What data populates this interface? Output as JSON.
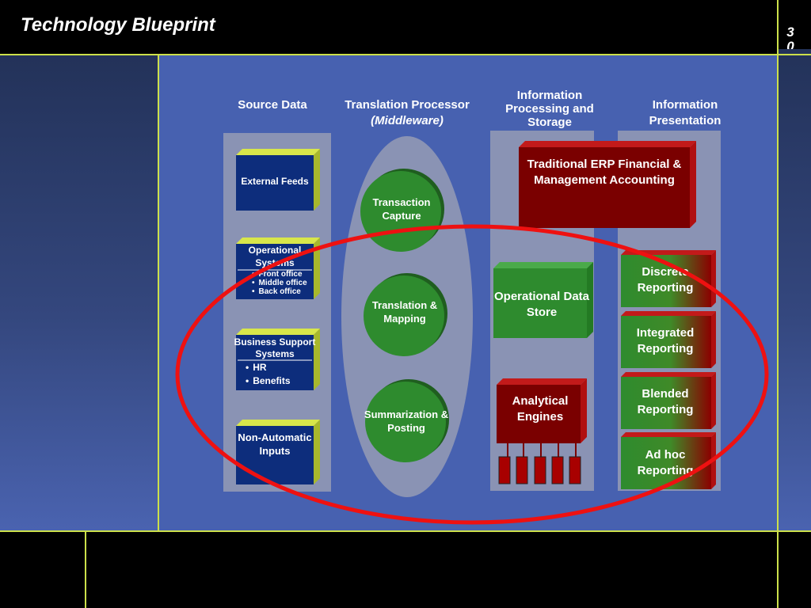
{
  "slide": {
    "title": "Technology Blueprint",
    "page_number": "30"
  },
  "columns": {
    "source": "Source Data",
    "translation": "Translation Processor",
    "translation_sub": "(Middleware)",
    "processing": "Information Processing and Storage",
    "presentation": "Information Presentation"
  },
  "source_boxes": {
    "external": "External Feeds",
    "operational": "Operational Systems",
    "operational_items": [
      "Front office",
      "Middle office",
      "Back office"
    ],
    "bss": "Business Support Systems",
    "bss_items": [
      "HR",
      "Benefits"
    ],
    "nonauto": "Non-Automatic Inputs"
  },
  "middleware": {
    "capture": "Transaction Capture",
    "mapping": "Translation & Mapping",
    "summarization": "Summarization & Posting"
  },
  "storage": {
    "erp": "Traditional ERP Financial & Management Accounting",
    "ods": "Operational Data Store",
    "analytical": "Analytical Engines"
  },
  "reports": {
    "discrete": "Discrete Reporting",
    "integrated": "Integrated Reporting",
    "blended": "Blended Reporting",
    "adhoc": "Ad hoc Reporting"
  },
  "colors": {
    "accent_line": "#cce04a",
    "navy_box": "#0d2d7c",
    "green": "#2e8b2e",
    "dark_red": "#7a0000",
    "highlight_ring": "#ee1111"
  }
}
